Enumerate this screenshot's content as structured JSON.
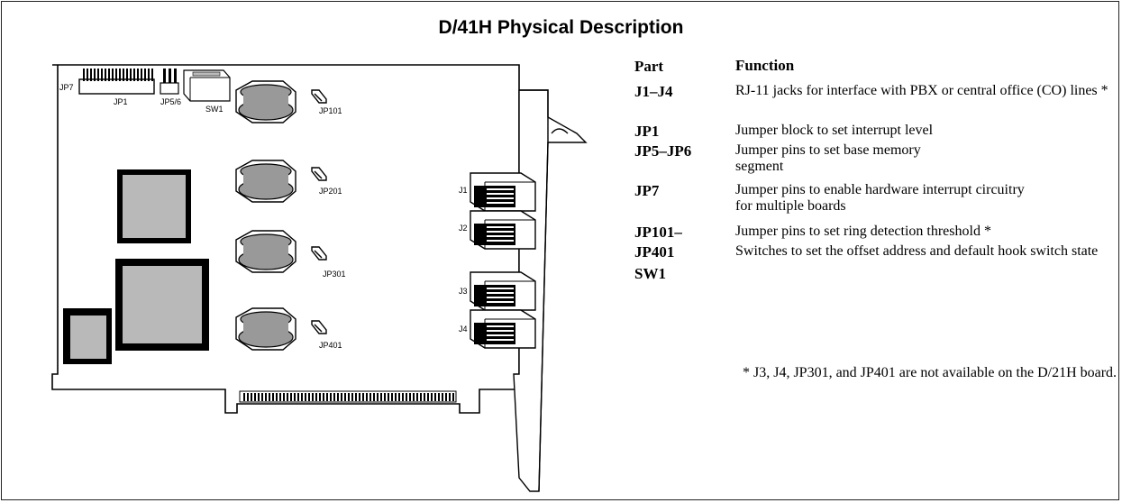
{
  "title": "D/41H Physical Description",
  "board_labels": {
    "jp7": "JP7",
    "jp1": "JP1",
    "jp56": "JP5/6",
    "sw1": "SW1",
    "jp101": "JP101",
    "jp201": "JP201",
    "jp301": "JP301",
    "jp401": "JP401",
    "j1": "J1",
    "j2": "J2",
    "j3": "J3",
    "j4": "J4"
  },
  "table": {
    "header_part": "Part",
    "header_function": "Function",
    "rows": [
      {
        "part": "J1–J4",
        "function": "RJ-11 jacks for interface with PBX or central office (CO) lines *"
      },
      {
        "part": "JP1",
        "function": "Jumper block to set interrupt level"
      },
      {
        "part": "JP5–JP6",
        "function": "Jumper pins to set base memory segment"
      },
      {
        "part": "JP7",
        "function": "Jumper pins to enable hardware interrupt circuitry for multiple boards"
      },
      {
        "part": "JP101–",
        "function": "Jumper pins to set ring detection threshold *"
      },
      {
        "part": "JP401",
        "function": "Switches to set the offset address and default hook switch state"
      },
      {
        "part": "SW1",
        "function": ""
      }
    ]
  },
  "footnote": "*  J3, J4, JP301, and JP401 are not available on the D/21H board."
}
